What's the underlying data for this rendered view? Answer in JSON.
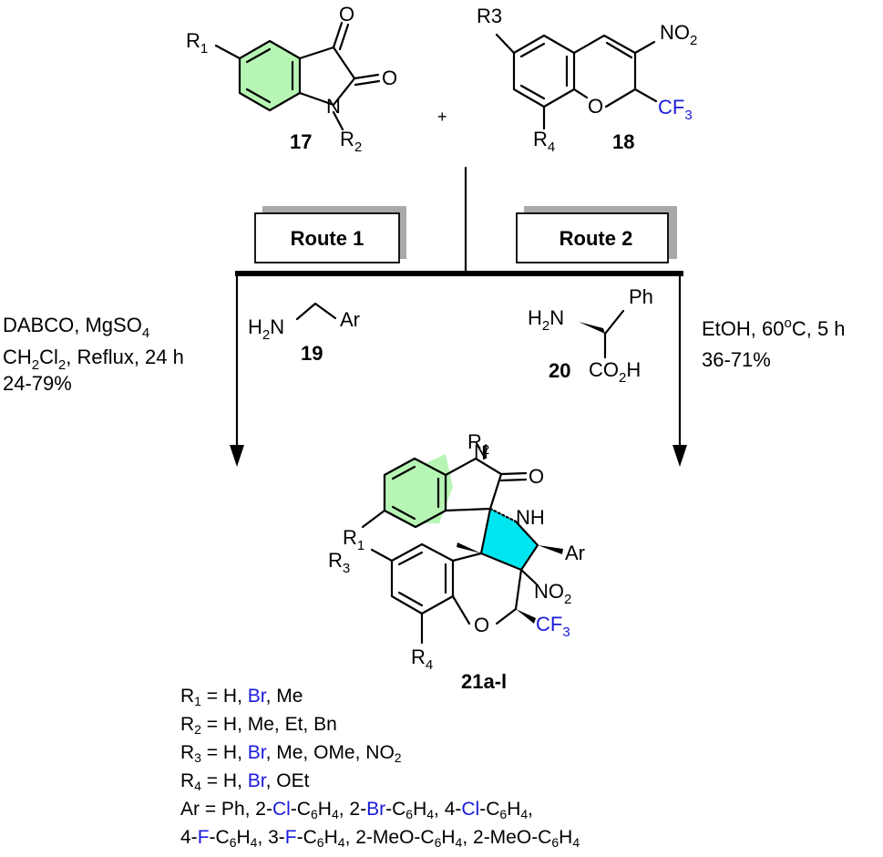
{
  "compounds": {
    "isatin": {
      "number": "17",
      "substituent_top": "R",
      "substituent_top_index": "1",
      "substituent_n": "R",
      "substituent_n_index": "2",
      "atom_n": "N",
      "atom_o1": "O",
      "atom_o2": "O"
    },
    "chromene": {
      "number": "18",
      "substituent_top": "R3",
      "substituent_bottom": "R",
      "substituent_bottom_index": "4",
      "nitro": "NO",
      "nitro_index": "2",
      "ring_o": "O",
      "cf3": "CF",
      "cf3_index": "3"
    },
    "plus": "+",
    "amine": {
      "number": "19",
      "text_h": "H",
      "text_h_index": "2",
      "text_n": "N",
      "text_ar": "Ar"
    },
    "amino_acid": {
      "number": "20",
      "text_ph": "Ph",
      "text_h": "H",
      "text_h_index": "2",
      "text_n": "N",
      "text_co": "CO",
      "text_co_index": "2",
      "text_coh": "H"
    },
    "product": {
      "number": "21a-l",
      "r1": "R",
      "r1_index": "1",
      "r2": "R",
      "r2_index": "2",
      "r3": "R",
      "r3_index": "3",
      "r4": "R",
      "r4_index": "4",
      "n": "N",
      "o_carbonyl": "O",
      "nh": "NH",
      "ar": "Ar",
      "nitro": "NO",
      "nitro_index": "2",
      "ring_o": "O",
      "cf3": "CF",
      "cf3_index": "3"
    }
  },
  "routes": {
    "route1": {
      "label": "Route 1"
    },
    "route2": {
      "label": "Route 2"
    }
  },
  "conditions": {
    "left": {
      "line1_a": "DABCO, MgSO",
      "line1_sub": "4",
      "line2_a": "CH",
      "line2_sub1": "2",
      "line2_b": "Cl",
      "line2_sub2": "2",
      "line2_c": ", Reflux, 24 h",
      "line3": "24-79%"
    },
    "right": {
      "line1_a": "EtOH, 60",
      "line1_sup": "o",
      "line1_b": "C, 5 h",
      "line2": "36-71%"
    }
  },
  "substituents": {
    "r1": {
      "label": "R",
      "index": "1",
      "eq": " = H, ",
      "br": "Br",
      "rest": ", Me"
    },
    "r2": {
      "label": "R",
      "index": "2",
      "eq": " = H, Me, Et, Bn"
    },
    "r3": {
      "label": "R",
      "index": "3",
      "eq": " = H, ",
      "br": "Br",
      "rest": ", Me, OMe, NO",
      "rest_sub": "2"
    },
    "r4": {
      "label": "R",
      "index": "4",
      "eq": " = H, ",
      "br": "Br",
      "rest": ", OEt"
    },
    "ar": {
      "line1": {
        "a": "Ar = Ph, 2-",
        "cl1": "Cl",
        "b": "-C",
        "s1": "6",
        "c": "H",
        "s2": "4",
        "d": ", 2-",
        "br": "Br",
        "e": "-C",
        "s3": "6",
        "f": "H",
        "s4": "4",
        "g": ", 4-",
        "cl2": "Cl",
        "h": "-C",
        "s5": "6",
        "i": "H",
        "s6": "4",
        "j": ","
      },
      "line2": {
        "a": "4-",
        "f1": "F",
        "b": "-C",
        "s1": "6",
        "c": "H",
        "s2": "4",
        "d": ", 3-",
        "f2": "F",
        "e": "-C",
        "s3": "6",
        "f": "H",
        "s4": "4",
        "g": ", 2-MeO-C",
        "s5": "6",
        "h": "H",
        "s6": "4",
        "i": ", 2-MeO-C",
        "s7": "6",
        "j": "H",
        "s8": "4"
      }
    }
  },
  "colors": {
    "aromatic_fill": "#b7f5b4",
    "pyrrolidine_fill": "#00e6f0",
    "heteroatom_blue": "#1a1adc",
    "shadow_gray": "#a9a9a9"
  }
}
